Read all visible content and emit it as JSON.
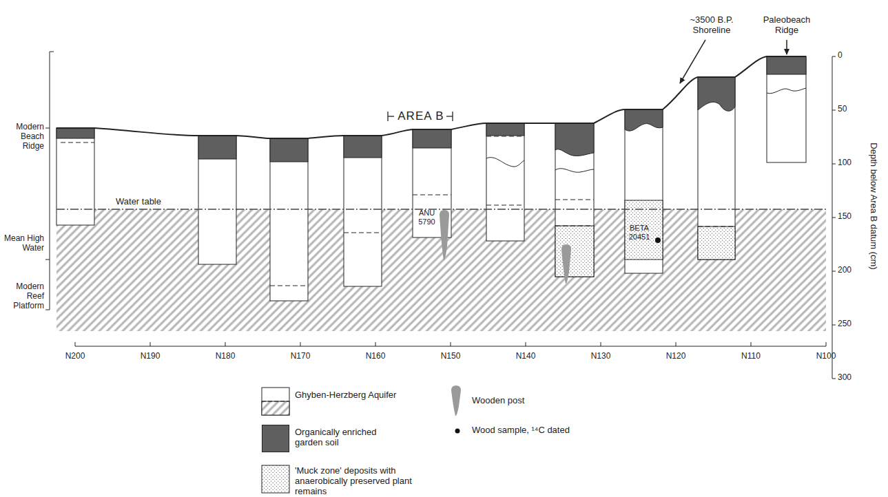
{
  "diagram": {
    "labels": [
      "~3500 B.P. Shoreline",
      "Paleobeach Ridge",
      "AREA B",
      "Modern Beach Ridge",
      "Mean High Water",
      "Modern Reef Platform",
      "Water table",
      "ANU 5790",
      "BETA 20451",
      "0",
      "50",
      "100",
      "150",
      "200",
      "250",
      "300",
      "Depth below Area B datum (cm)",
      "N200",
      "N190",
      "N180",
      "N170",
      "N160",
      "N150",
      "N140",
      "N130",
      "N120",
      "N110",
      "N100"
    ],
    "legend": [
      {
        "text": "Ghyben-Herzberg Aquifer"
      },
      {
        "text": "Organically enriched garden soil",
        "color": "#5f5f5f"
      },
      {
        "text": "'Muck zone' deposits with anaerobically preserved plant remains"
      },
      {
        "text": "Wooden post"
      },
      {
        "text": "Wood sample, ¹⁴C dated"
      }
    ]
  }
}
